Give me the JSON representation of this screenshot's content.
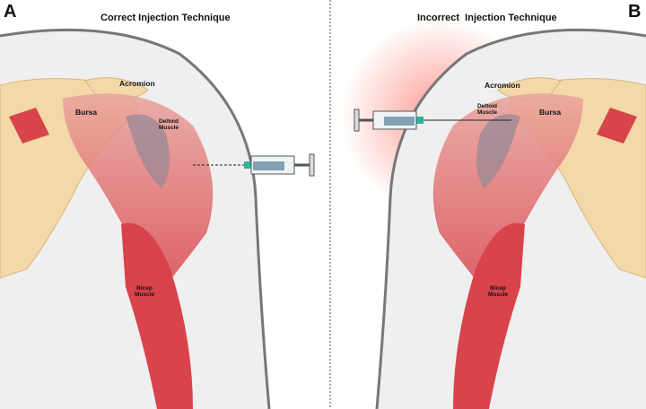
{
  "panel_a": {
    "letter": "A",
    "title": "Correct Injection Technique",
    "labels": {
      "acromion": "Acromion",
      "bursa": "Bursa",
      "deltoid": "Deltoid Muscle",
      "bicep": "Bicep Muscle"
    }
  },
  "panel_b": {
    "letter": "B",
    "title": "Incorrect  Injection Technique",
    "labels": {
      "acromion": "Acromion",
      "bursa": "Bursa",
      "deltoid": "Deltoid Muscle",
      "bicep": "Bicep Muscle"
    }
  },
  "colors": {
    "muscle": "#e3837f",
    "bone": "#f3d9a8",
    "skin": "#f1f1f1",
    "needle_hub": "#2fb39a",
    "inflammation": "#ff8a80"
  }
}
